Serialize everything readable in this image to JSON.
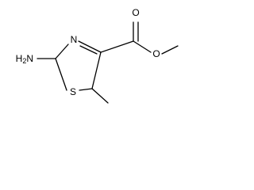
{
  "molecule": {
    "atoms": {
      "nh2": {
        "label": "H2N",
        "label_main": "H",
        "label_sub": "2",
        "label_tail": "N"
      },
      "ring_n": {
        "label": "N"
      },
      "ring_s": {
        "label": "S"
      },
      "carbonyl_o": {
        "label": "O"
      },
      "ester_o": {
        "label": "O"
      }
    }
  }
}
